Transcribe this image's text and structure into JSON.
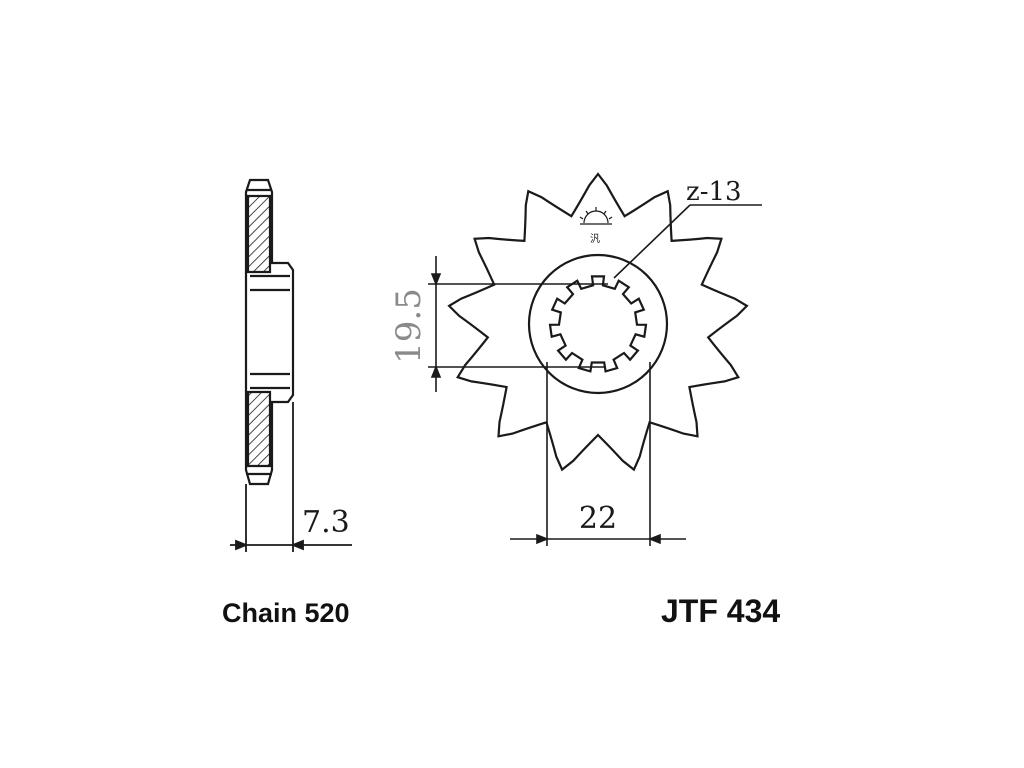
{
  "drawing": {
    "tooth_count_label": "z-13",
    "spline_dimension": "19.5",
    "hub_dimension": "22",
    "thickness_dimension": "7.3",
    "maker_mark": "汎"
  },
  "labels": {
    "chain": "Chain 520",
    "part_number": "JTF 434"
  },
  "sprocket": {
    "teeth": 13,
    "splines": 11
  },
  "colors": {
    "ink": "#1a1a1a",
    "dimension_grey": "#8a8a8a",
    "background": "#ffffff"
  }
}
